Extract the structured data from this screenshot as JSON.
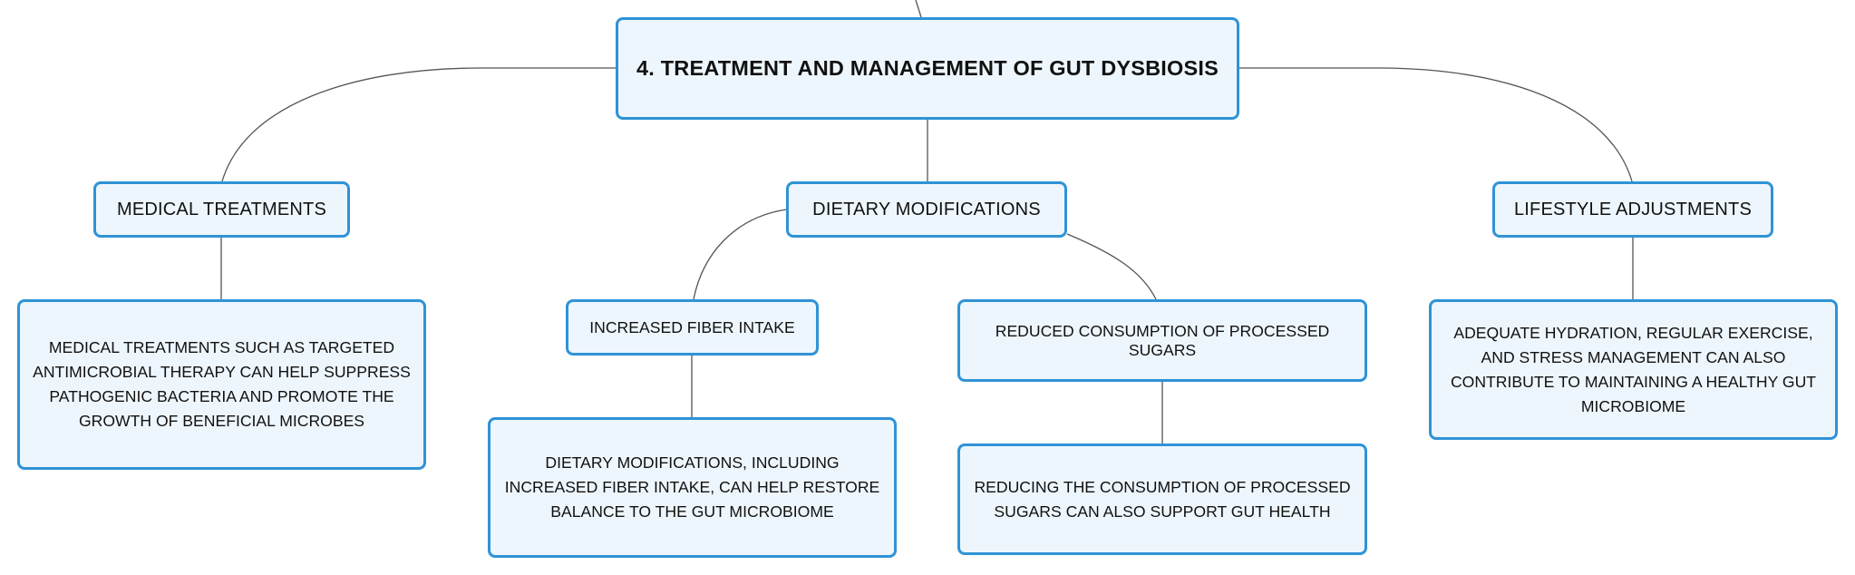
{
  "mindmap": {
    "root": {
      "label": "4. TREATMENT AND MANAGEMENT OF GUT DYSBIOSIS"
    },
    "branches": [
      {
        "label": "MEDICAL TREATMENTS",
        "children": [
          {
            "label": "MEDICAL TREATMENTS SUCH AS TARGETED ANTIMICROBIAL THERAPY CAN HELP SUPPRESS PATHOGENIC BACTERIA AND PROMOTE THE GROWTH OF BENEFICIAL MICROBES"
          }
        ]
      },
      {
        "label": "DIETARY MODIFICATIONS",
        "children": [
          {
            "label": "INCREASED FIBER INTAKE",
            "children": [
              {
                "label": "DIETARY MODIFICATIONS, INCLUDING INCREASED FIBER INTAKE, CAN HELP RESTORE BALANCE TO THE GUT MICROBIOME"
              }
            ]
          },
          {
            "label": "REDUCED CONSUMPTION OF PROCESSED SUGARS",
            "children": [
              {
                "label": "REDUCING THE CONSUMPTION OF PROCESSED SUGARS CAN ALSO SUPPORT GUT HEALTH"
              }
            ]
          }
        ]
      },
      {
        "label": "LIFESTYLE ADJUSTMENTS",
        "children": [
          {
            "label": "ADEQUATE HYDRATION, REGULAR EXERCISE, AND STRESS MANAGEMENT CAN ALSO CONTRIBUTE TO MAINTAINING A HEALTHY GUT MICROBIOME"
          }
        ]
      }
    ],
    "colors": {
      "node_border": "#2f93d6",
      "node_fill": "#eef6fd",
      "connector": "#555555",
      "text": "#111111"
    }
  }
}
